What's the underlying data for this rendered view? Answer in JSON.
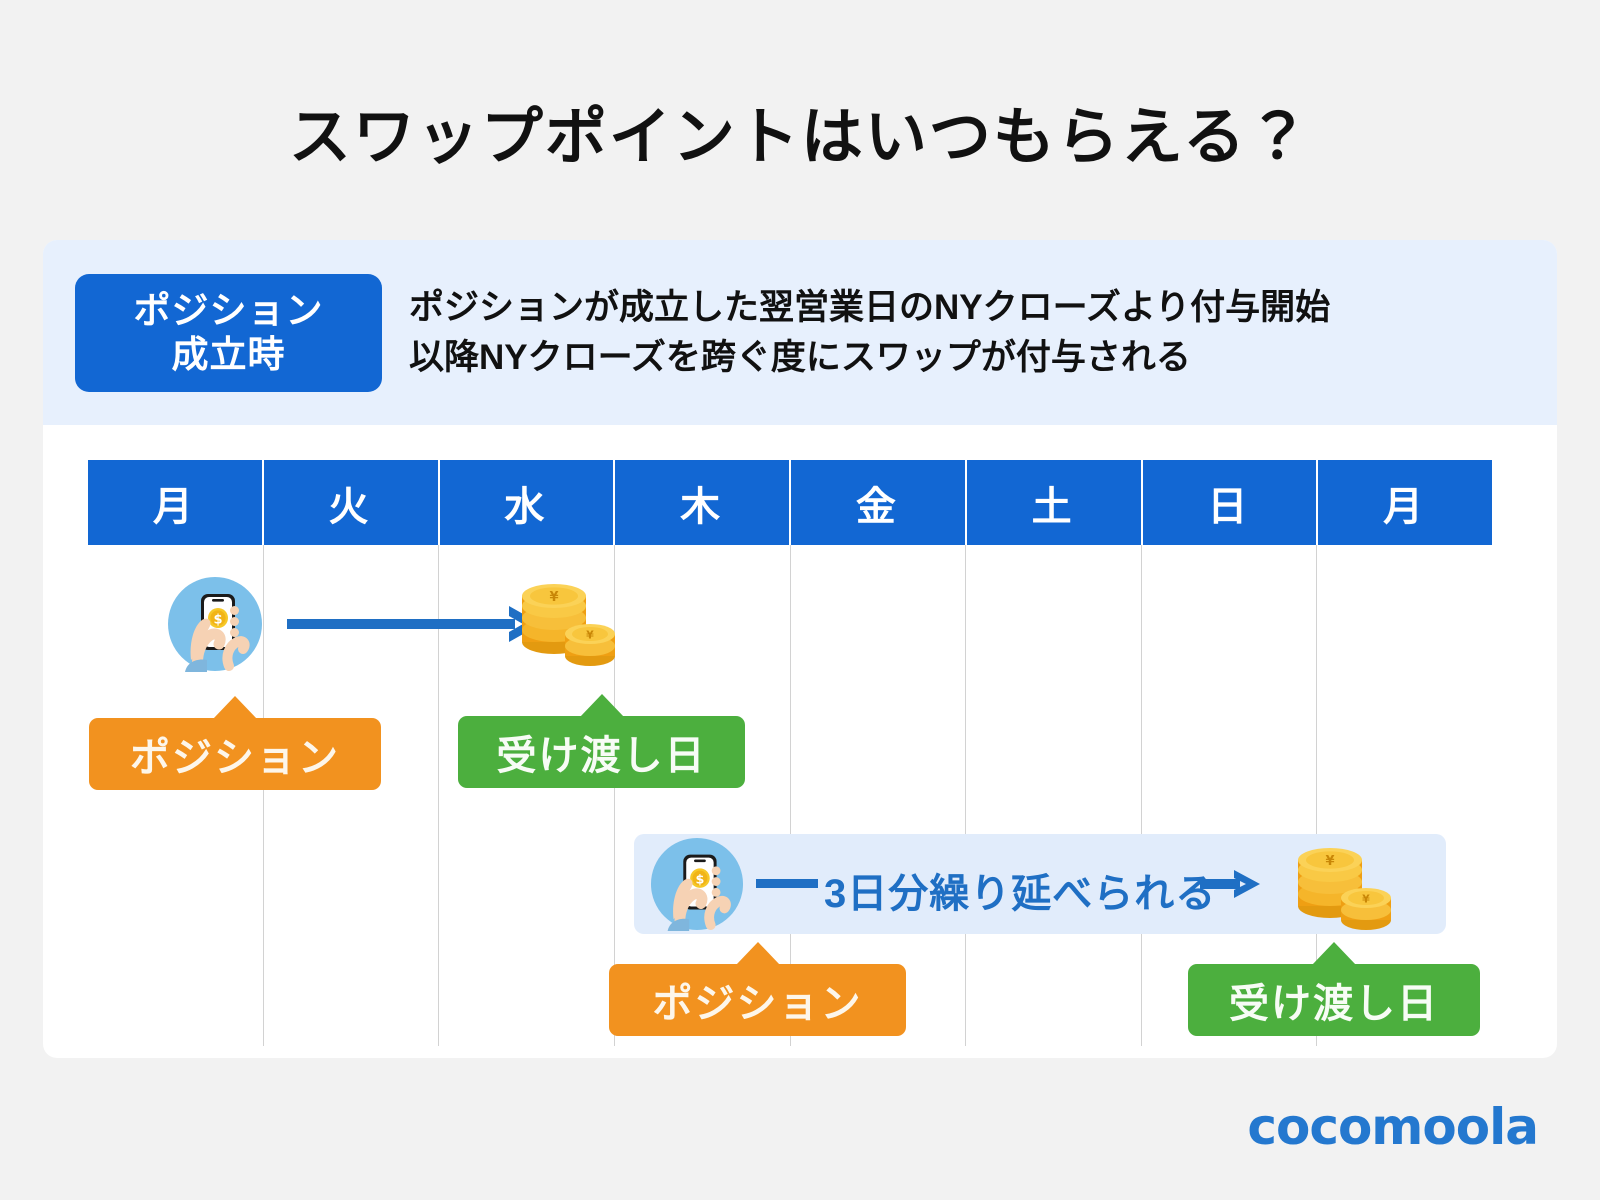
{
  "page": {
    "title": "スワップポイントはいつもらえる？",
    "background_color": "#f2f2f2",
    "card_color": "#ffffff"
  },
  "banner": {
    "badge_line1": "ポジション",
    "badge_line2": "成立時",
    "badge_color": "#1267d3",
    "background_color": "#e7f0fd",
    "text_line1": "ポジションが成立した翌営業日のNYクローズより付与開始",
    "text_line2": "以降NYクローズを跨ぐ度にスワップが付与される"
  },
  "calendar": {
    "header_color": "#1267d3",
    "days": [
      {
        "label": "月"
      },
      {
        "label": "火"
      },
      {
        "label": "水"
      },
      {
        "label": "木"
      },
      {
        "label": "金"
      },
      {
        "label": "土"
      },
      {
        "label": "日"
      },
      {
        "label": "月"
      }
    ]
  },
  "row1": {
    "position_icon": "phone-money-icon",
    "position_day": "月",
    "position_tag": "ポジション",
    "position_tag_color": "#f2921f",
    "arrow_color": "#1f6fc4",
    "settlement_icon": "coins-icon",
    "settlement_day": "水",
    "settlement_tag": "受け渡し日",
    "settlement_tag_color": "#4caf3e"
  },
  "row2": {
    "position_icon": "phone-money-icon",
    "position_day": "木",
    "position_tag": "ポジション",
    "position_tag_color": "#f2921f",
    "band_color": "#e1ecfb",
    "band_text": "3日分繰り延べられる",
    "band_text_color": "#1f6fc4",
    "settlement_icon": "coins-icon",
    "settlement_day": "月",
    "settlement_tag": "受け渡し日",
    "settlement_tag_color": "#4caf3e"
  },
  "footer": {
    "logo_text": "cocomoola",
    "logo_color": "#2478cf"
  }
}
